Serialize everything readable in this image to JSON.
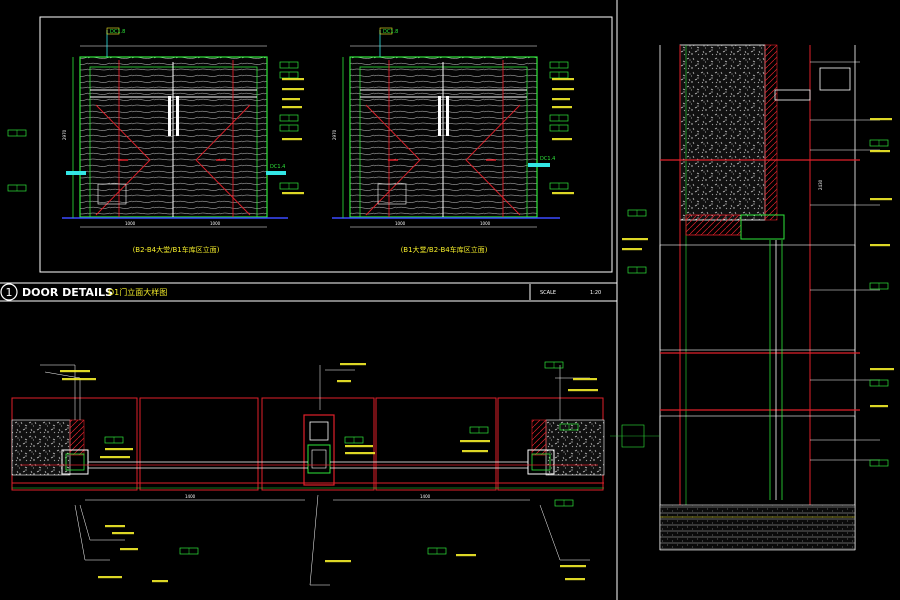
{
  "colors": {
    "background": "#000000",
    "frame": "#ffffff",
    "wall_red": "#e0202a",
    "green": "#2ee63a",
    "yellow": "#f5ee2a",
    "blue": "#3a4bff",
    "cyan": "#33e6e6",
    "grey": "#b8b8b8"
  },
  "title_bar": {
    "number": "1",
    "title": "DOOR DETAILS",
    "subtitle": "D1门立面大样图",
    "scale_label": "SCALE",
    "scale_value": "1:20"
  },
  "elevations": [
    {
      "caption": "(B2-B4大堂/B1车库区立面)",
      "tags": [
        "DC1.8",
        "DC1.4"
      ],
      "dims_bottom": [
        "1000",
        "1000"
      ],
      "dim_left": "2970"
    },
    {
      "caption": "(B1大堂/B2-B4车库区立面)",
      "tags": [
        "DC1.8",
        "DC1.4"
      ],
      "dims_bottom": [
        "1000",
        "1000"
      ],
      "dim_left": "2970"
    }
  ],
  "plan_dims": [
    "1400",
    "1400"
  ],
  "section_dim": "2430"
}
